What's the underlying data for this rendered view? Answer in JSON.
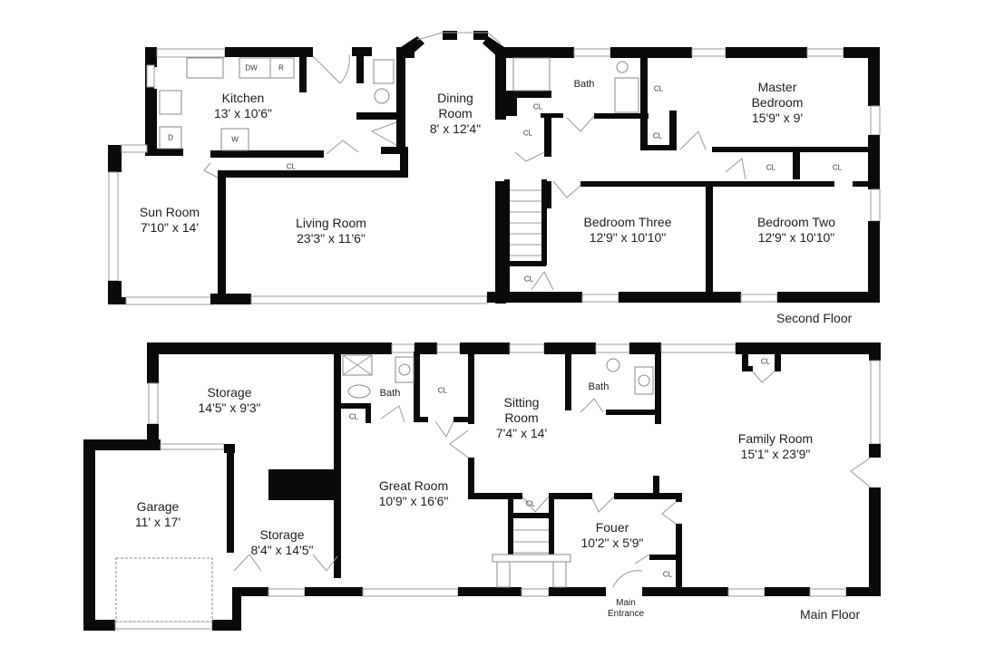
{
  "plan": {
    "second_floor": {
      "title": "Second Floor",
      "rooms": [
        {
          "name": "Kitchen",
          "dim": "13' x 10'6\""
        },
        {
          "name": "Dining Room",
          "dim": "8' x 12'4\""
        },
        {
          "name": "Bath",
          "dim": ""
        },
        {
          "name": "Master Bedroom",
          "dim": "15'9\" x 9'"
        },
        {
          "name": "Sun Room",
          "dim": "7'10\" x 14'"
        },
        {
          "name": "Living Room",
          "dim": "23'3\" x 11'6\""
        },
        {
          "name": "Bedroom Three",
          "dim": "12'9\" x 10'10\""
        },
        {
          "name": "Bedroom Two",
          "dim": "12'9\" x 10'10\""
        }
      ],
      "closet_label": "CL",
      "fixtures": {
        "dishwasher": "DW",
        "refrigerator": "R",
        "washer": "W",
        "dryer": "D"
      }
    },
    "main_floor": {
      "title": "Main Floor",
      "rooms": [
        {
          "name": "Storage",
          "dim": "14'5\" x 9'3\""
        },
        {
          "name": "Bath",
          "dim": ""
        },
        {
          "name": "Sitting Room",
          "dim": "7'4\" x 14'"
        },
        {
          "name": "Bath",
          "dim": ""
        },
        {
          "name": "Family Room",
          "dim": "15'1\" x 23'9\""
        },
        {
          "name": "Garage",
          "dim": "11' x 17'"
        },
        {
          "name": "Great Room",
          "dim": "10'9\" x 16'6\""
        },
        {
          "name": "Storage",
          "dim": "8'4\" x 14'5\""
        },
        {
          "name": "Fouer",
          "dim": "10'2\" x 5'9\""
        }
      ],
      "closet_label": "CL",
      "entrance_label": "Main Entrance"
    }
  }
}
